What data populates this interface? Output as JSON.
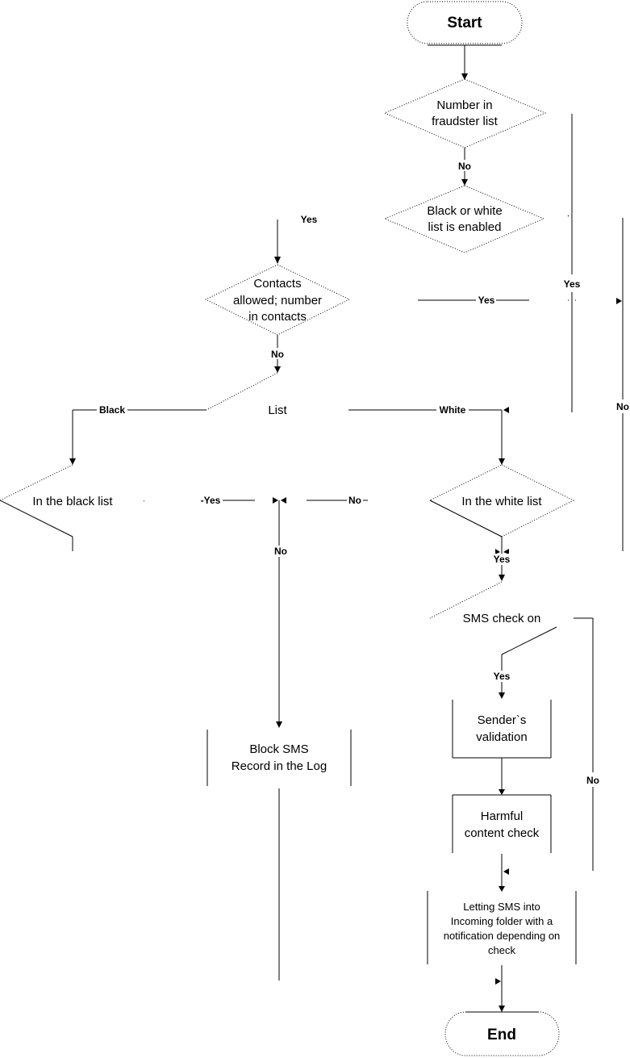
{
  "diagram": {
    "type": "flowchart",
    "nodes": {
      "start": {
        "label": "Start",
        "shape": "terminal"
      },
      "fraudster": {
        "lines": [
          "Number in",
          "fraudster list"
        ],
        "shape": "decision"
      },
      "bw_enabled": {
        "lines": [
          "Black or white",
          "list is enabled"
        ],
        "shape": "decision"
      },
      "contacts": {
        "lines": [
          "Contacts",
          "allowed; number",
          "in contacts"
        ],
        "shape": "decision"
      },
      "list": {
        "label": "List",
        "shape": "decision"
      },
      "black_list": {
        "label": "In the black list",
        "shape": "decision"
      },
      "white_list": {
        "label": "In the white list",
        "shape": "decision"
      },
      "sms_check": {
        "label": "SMS check on",
        "shape": "decision"
      },
      "sender_validation": {
        "lines": [
          "Sender`s",
          "validation"
        ],
        "shape": "process"
      },
      "harmful_check": {
        "lines": [
          "Harmful",
          "content check"
        ],
        "shape": "process"
      },
      "block_sms": {
        "lines": [
          "Block SMS",
          "Record in the Log"
        ],
        "shape": "process"
      },
      "letting_sms": {
        "lines": [
          "Letting SMS into",
          "Incoming folder with a",
          "notification depending on",
          "check"
        ],
        "shape": "process"
      },
      "end": {
        "label": "End",
        "shape": "terminal"
      }
    },
    "edges": {
      "fraudster_no": "No",
      "bw_yes": "Yes",
      "contacts_yes_right": "Yes",
      "fraudster_yes_right": "Yes",
      "bw_no_right": "No",
      "contacts_no": "No",
      "list_black": "Black",
      "list_white": "White",
      "black_yes": "-Yes",
      "white_no": "No",
      "black_no": "No",
      "white_yes": "Yes",
      "sms_yes": "Yes",
      "sms_no": "No"
    }
  }
}
